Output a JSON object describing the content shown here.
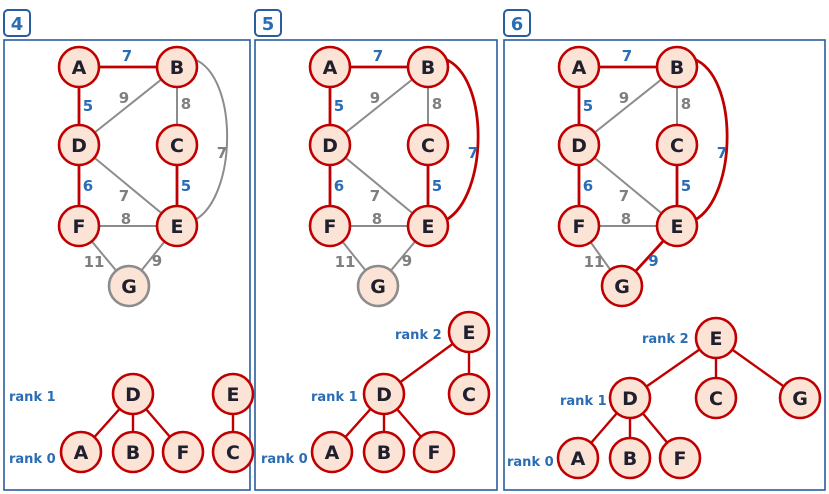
{
  "colors": {
    "frame": "#2a5d9f",
    "node_fill": "#fbe3d6",
    "node_stroke_red": "#c00000",
    "node_stroke_gray": "#8c8c8c",
    "edge_gray": "#8c8c8c",
    "edge_red": "#c00000",
    "weight_blue": "#2a6db5",
    "weight_gray": "#7f7f7f"
  },
  "panels": [
    {
      "step": "4",
      "nodes": [
        {
          "id": "A",
          "label": "A",
          "selected": true
        },
        {
          "id": "B",
          "label": "B",
          "selected": true
        },
        {
          "id": "C",
          "label": "C",
          "selected": true
        },
        {
          "id": "D",
          "label": "D",
          "selected": true
        },
        {
          "id": "E",
          "label": "E",
          "selected": true
        },
        {
          "id": "F",
          "label": "F",
          "selected": true
        },
        {
          "id": "G",
          "label": "G",
          "selected": false
        }
      ],
      "edges": [
        {
          "from": "A",
          "to": "B",
          "weight": "7",
          "selected": true
        },
        {
          "from": "A",
          "to": "D",
          "weight": "5",
          "selected": true
        },
        {
          "from": "D",
          "to": "B",
          "weight": "9",
          "selected": false
        },
        {
          "from": "B",
          "to": "C",
          "weight": "8",
          "selected": false
        },
        {
          "from": "B",
          "to": "E",
          "weight": "7",
          "selected": false
        },
        {
          "from": "C",
          "to": "E",
          "weight": "5",
          "selected": true
        },
        {
          "from": "D",
          "to": "E",
          "weight": "7",
          "selected": false
        },
        {
          "from": "D",
          "to": "F",
          "weight": "6",
          "selected": true
        },
        {
          "from": "F",
          "to": "E",
          "weight": "8",
          "selected": false
        },
        {
          "from": "F",
          "to": "G",
          "weight": "11",
          "selected": false
        },
        {
          "from": "E",
          "to": "G",
          "weight": "9",
          "selected": false
        }
      ],
      "ranks": [
        "rank 1",
        "rank 0"
      ],
      "forest": [
        {
          "id": "D",
          "label": "D"
        },
        {
          "id": "A",
          "label": "A"
        },
        {
          "id": "B",
          "label": "B"
        },
        {
          "id": "F",
          "label": "F"
        },
        {
          "id": "E",
          "label": "E"
        },
        {
          "id": "C",
          "label": "C"
        }
      ],
      "forest_edges": [
        [
          "D",
          "A"
        ],
        [
          "D",
          "B"
        ],
        [
          "D",
          "F"
        ],
        [
          "E",
          "C"
        ]
      ]
    },
    {
      "step": "5",
      "nodes": [
        {
          "id": "A",
          "label": "A",
          "selected": true
        },
        {
          "id": "B",
          "label": "B",
          "selected": true
        },
        {
          "id": "C",
          "label": "C",
          "selected": true
        },
        {
          "id": "D",
          "label": "D",
          "selected": true
        },
        {
          "id": "E",
          "label": "E",
          "selected": true
        },
        {
          "id": "F",
          "label": "F",
          "selected": true
        },
        {
          "id": "G",
          "label": "G",
          "selected": false
        }
      ],
      "edges": [
        {
          "from": "A",
          "to": "B",
          "weight": "7",
          "selected": true
        },
        {
          "from": "A",
          "to": "D",
          "weight": "5",
          "selected": true
        },
        {
          "from": "D",
          "to": "B",
          "weight": "9",
          "selected": false
        },
        {
          "from": "B",
          "to": "C",
          "weight": "8",
          "selected": false
        },
        {
          "from": "B",
          "to": "E",
          "weight": "7",
          "selected": true
        },
        {
          "from": "C",
          "to": "E",
          "weight": "5",
          "selected": true
        },
        {
          "from": "D",
          "to": "E",
          "weight": "7",
          "selected": false
        },
        {
          "from": "D",
          "to": "F",
          "weight": "6",
          "selected": true
        },
        {
          "from": "F",
          "to": "E",
          "weight": "8",
          "selected": false
        },
        {
          "from": "F",
          "to": "G",
          "weight": "11",
          "selected": false
        },
        {
          "from": "E",
          "to": "G",
          "weight": "9",
          "selected": false
        }
      ],
      "ranks": [
        "rank 2",
        "rank 1",
        "rank 0"
      ],
      "forest": [
        {
          "id": "E",
          "label": "E"
        },
        {
          "id": "D",
          "label": "D"
        },
        {
          "id": "C",
          "label": "C"
        },
        {
          "id": "A",
          "label": "A"
        },
        {
          "id": "B",
          "label": "B"
        },
        {
          "id": "F",
          "label": "F"
        }
      ],
      "forest_edges": [
        [
          "E",
          "D"
        ],
        [
          "E",
          "C"
        ],
        [
          "D",
          "A"
        ],
        [
          "D",
          "B"
        ],
        [
          "D",
          "F"
        ]
      ]
    },
    {
      "step": "6",
      "nodes": [
        {
          "id": "A",
          "label": "A",
          "selected": true
        },
        {
          "id": "B",
          "label": "B",
          "selected": true
        },
        {
          "id": "C",
          "label": "C",
          "selected": true
        },
        {
          "id": "D",
          "label": "D",
          "selected": true
        },
        {
          "id": "E",
          "label": "E",
          "selected": true
        },
        {
          "id": "F",
          "label": "F",
          "selected": true
        },
        {
          "id": "G",
          "label": "G",
          "selected": true
        }
      ],
      "edges": [
        {
          "from": "A",
          "to": "B",
          "weight": "7",
          "selected": true
        },
        {
          "from": "A",
          "to": "D",
          "weight": "5",
          "selected": true
        },
        {
          "from": "D",
          "to": "B",
          "weight": "9",
          "selected": false
        },
        {
          "from": "B",
          "to": "C",
          "weight": "8",
          "selected": false
        },
        {
          "from": "B",
          "to": "E",
          "weight": "7",
          "selected": true
        },
        {
          "from": "C",
          "to": "E",
          "weight": "5",
          "selected": true
        },
        {
          "from": "D",
          "to": "E",
          "weight": "7",
          "selected": false
        },
        {
          "from": "D",
          "to": "F",
          "weight": "6",
          "selected": true
        },
        {
          "from": "F",
          "to": "E",
          "weight": "8",
          "selected": false
        },
        {
          "from": "F",
          "to": "G",
          "weight": "11",
          "selected": false
        },
        {
          "from": "E",
          "to": "G",
          "weight": "9",
          "selected": true
        }
      ],
      "ranks": [
        "rank 2",
        "rank 1",
        "rank 0"
      ],
      "forest": [
        {
          "id": "E",
          "label": "E"
        },
        {
          "id": "D",
          "label": "D"
        },
        {
          "id": "C",
          "label": "C"
        },
        {
          "id": "G",
          "label": "G"
        },
        {
          "id": "A",
          "label": "A"
        },
        {
          "id": "B",
          "label": "B"
        },
        {
          "id": "F",
          "label": "F"
        }
      ],
      "forest_edges": [
        [
          "E",
          "D"
        ],
        [
          "E",
          "C"
        ],
        [
          "E",
          "G"
        ],
        [
          "D",
          "A"
        ],
        [
          "D",
          "B"
        ],
        [
          "D",
          "F"
        ]
      ]
    }
  ]
}
